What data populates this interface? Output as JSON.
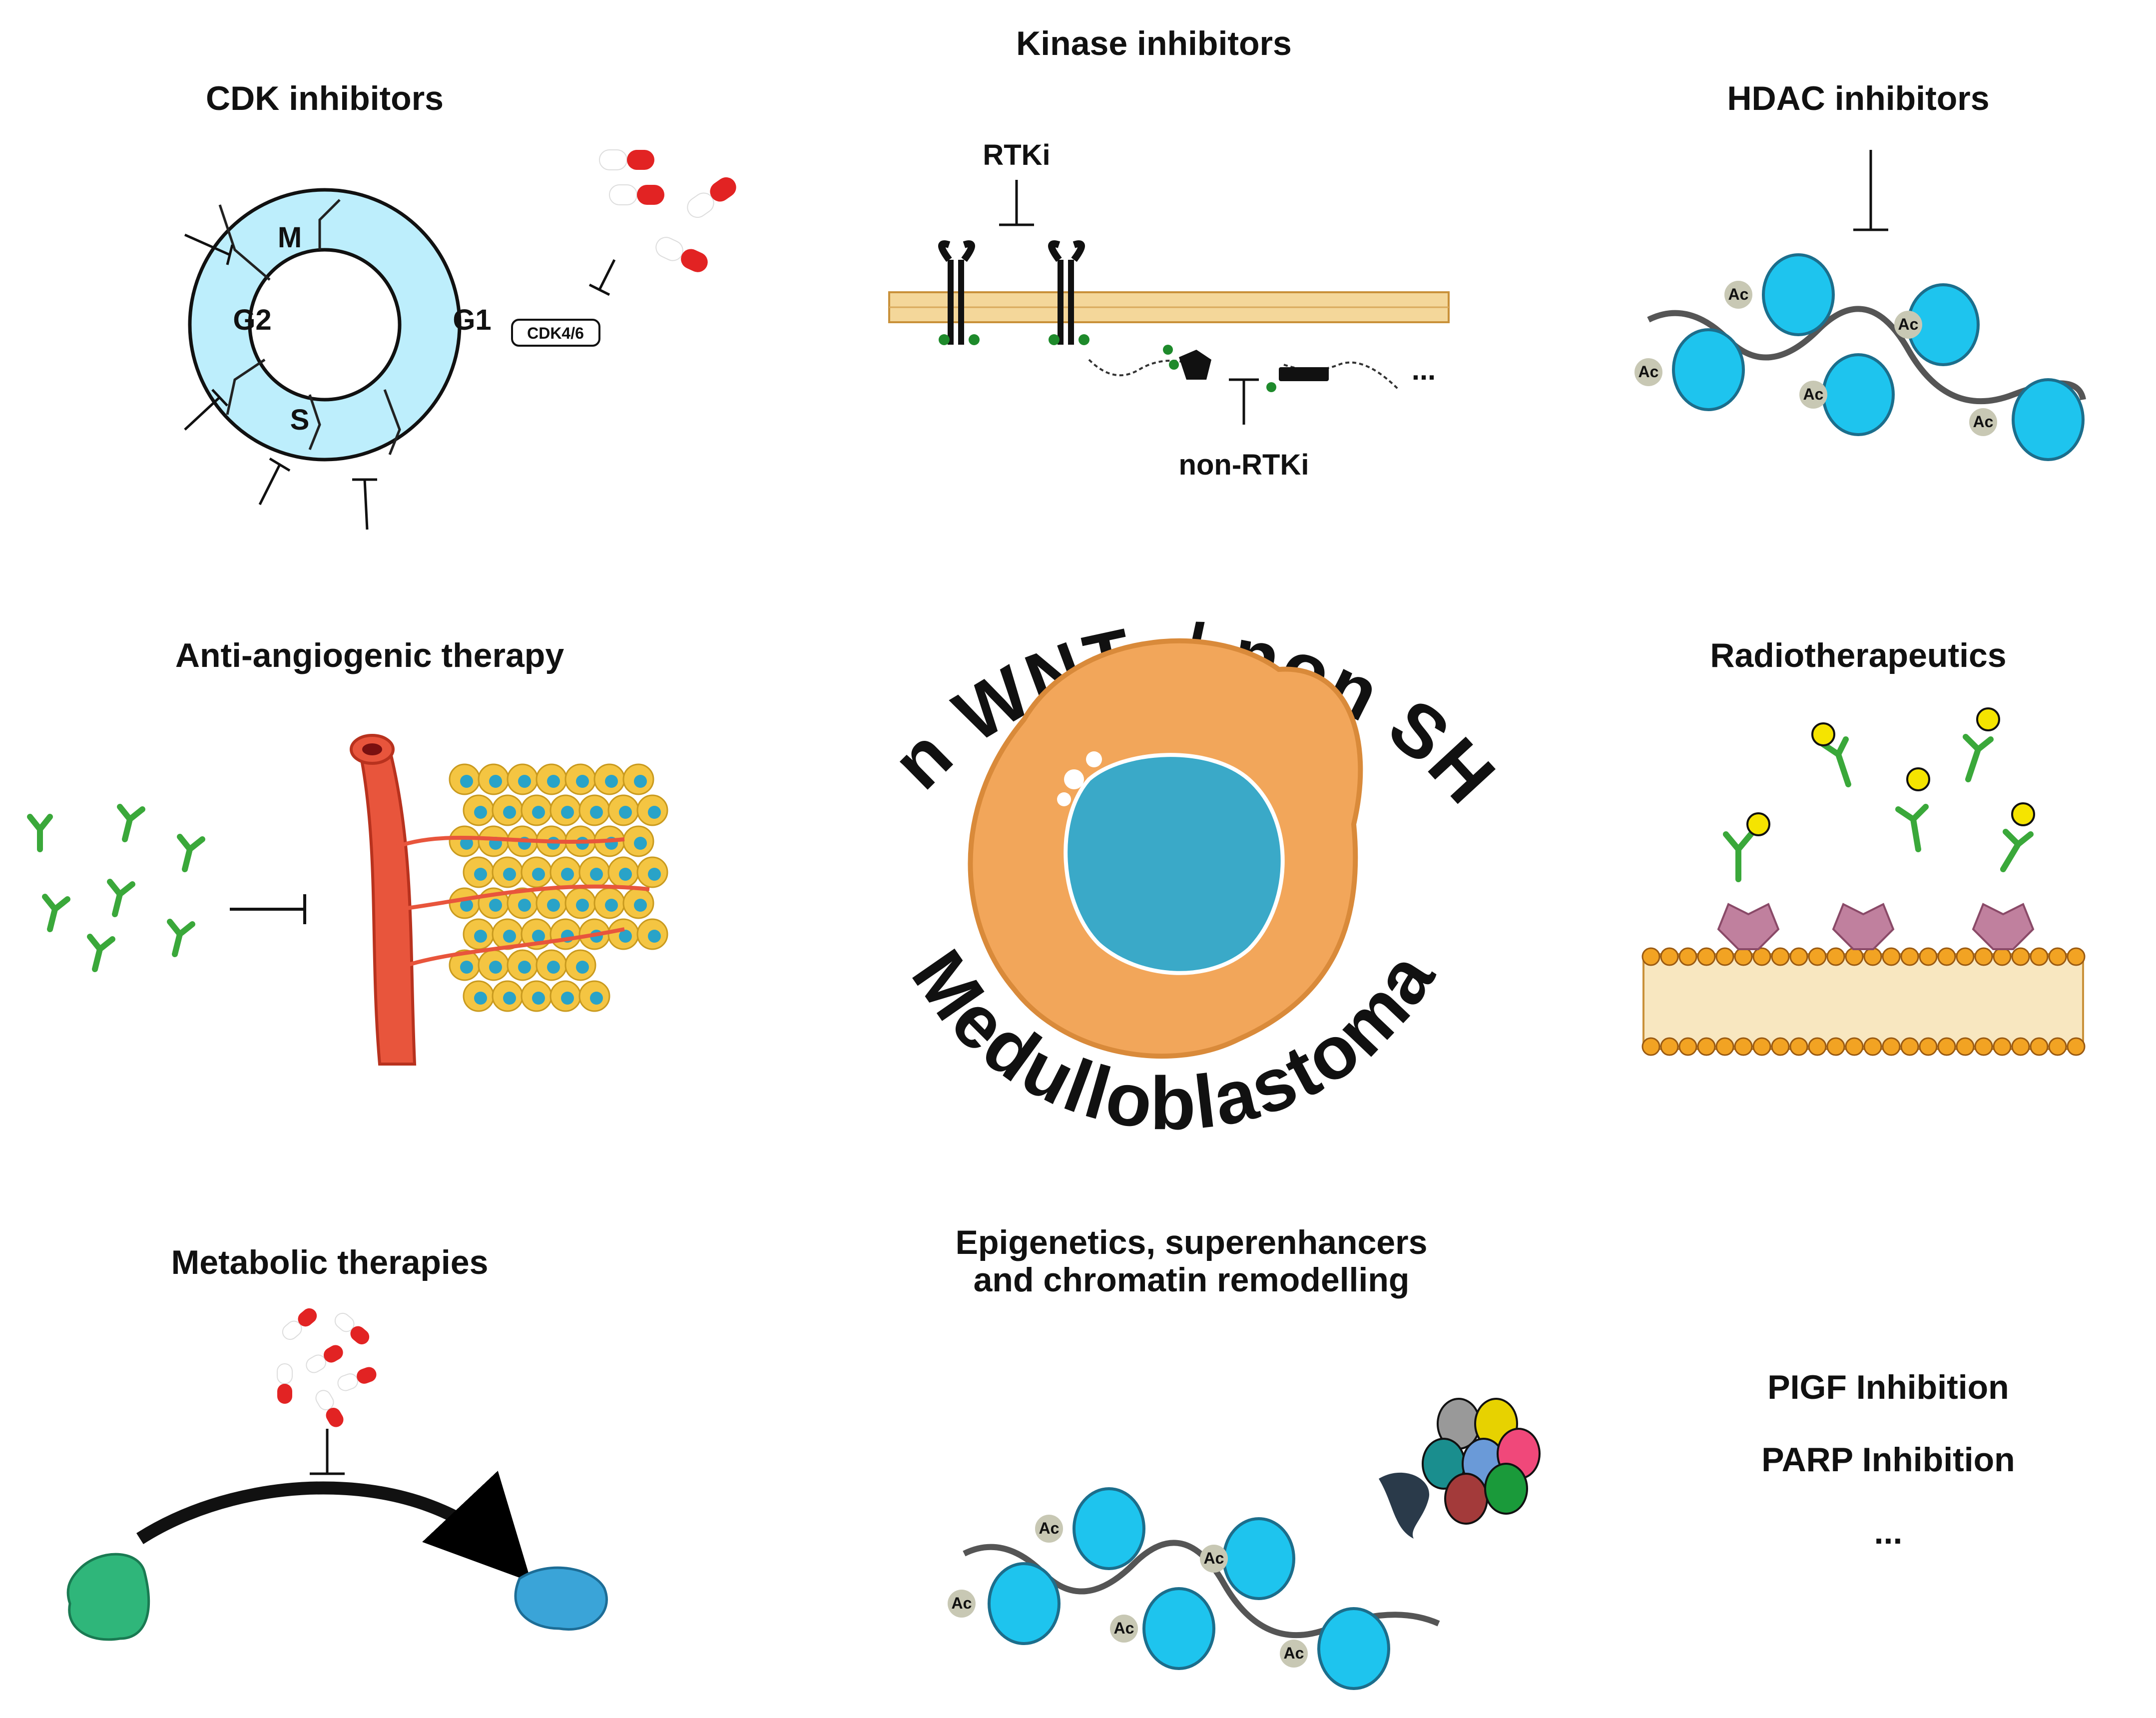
{
  "center": {
    "top_arc": "Non WNT- / non SHH-",
    "bottom_arc": "Medulloblastoma"
  },
  "cdk": {
    "title": "CDK inhibitors",
    "phase_m": "M",
    "phase_g2": "G2",
    "phase_g1": "G1",
    "phase_s": "S",
    "box": "CDK4/6"
  },
  "kinase": {
    "title": "Kinase inhibitors",
    "rtki": "RTKi",
    "non_rtki": "non-RTKi",
    "ellipsis": "..."
  },
  "hdac": {
    "title": "HDAC inhibitors",
    "ac": "Ac"
  },
  "angio": {
    "title": "Anti-angiogenic therapy"
  },
  "radio": {
    "title": "Radiotherapeutics"
  },
  "metabolic": {
    "title": "Metabolic therapies"
  },
  "epi": {
    "title_line1": "Epigenetics, superenhancers",
    "title_line2": "and chromatin remodelling",
    "ac": "Ac"
  },
  "other": {
    "line1": "PIGF Inhibition",
    "line2": "PARP Inhibition",
    "line3": "..."
  },
  "colors": {
    "cell_cycle": "#bdeefc",
    "nucleosome": "#1ec4ee",
    "membrane": "#e8a84a",
    "vessel": "#e8553c",
    "antibody": "#3aa83a",
    "pill_red": "#e22323",
    "cell_orange": "#f2a65a",
    "nucleus_blue": "#3aa9c8",
    "receptor_pink": "#c0809e",
    "green_cell": "#2fb67a",
    "blue_cell": "#3aa4d8"
  }
}
